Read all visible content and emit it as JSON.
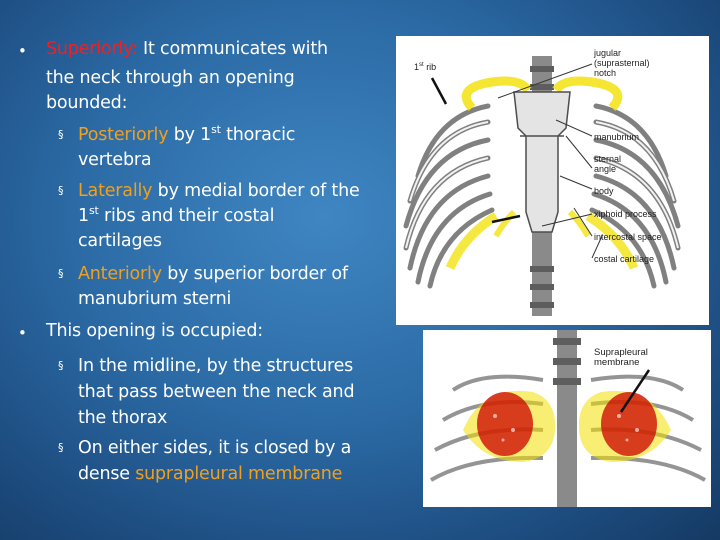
{
  "slide": {
    "b1": {
      "red": "Superiorly:",
      "rest": " It communicates with",
      "l2": "the neck through an opening",
      "l3": "bounded:"
    },
    "s1": {
      "red": "Posteriorly",
      "rest": " by 1",
      "sup": "st",
      "tail": " thoracic",
      "l2": "vertebra"
    },
    "s2": {
      "red": "Laterally",
      "rest": " by medial border of the",
      "l2a": "1",
      "l2sup": "st",
      "l2b": " ribs and their costal",
      "l3": "cartilages"
    },
    "s3": {
      "red": "Anteriorly",
      "rest": " by superior border of",
      "l2": "manubrium sterni"
    },
    "b2": {
      "text": "This opening is occupied:"
    },
    "s4": {
      "l1": "In the midline, by the structures",
      "l2": "that pass between the neck and",
      "l3": "the thorax"
    },
    "s5": {
      "l1": "On either sides, it is closed by a",
      "l2a": "dense ",
      "l2orange": "suprapleural membrane"
    }
  },
  "figure_top": {
    "rib_label_a": "1",
    "rib_label_sup": "st",
    "rib_label_b": " rib",
    "labels": {
      "jugular1": "jugular",
      "jugular2": "(suprasternal)",
      "jugular3": "notch",
      "manubrium": "manubrium",
      "sternal1": "sternal",
      "sternal2": "angle",
      "body": "body",
      "xiphoid": "xiphoid process",
      "intercostal": "intercostal space",
      "costal": "costal cartilage"
    }
  },
  "figure_bottom": {
    "label1": "Suprapleural",
    "label2": "membrane"
  },
  "colors": {
    "background": "#2b6aa5",
    "red": "#ff1a1a",
    "orange": "#f0a020",
    "highlight": "#f2e000"
  }
}
